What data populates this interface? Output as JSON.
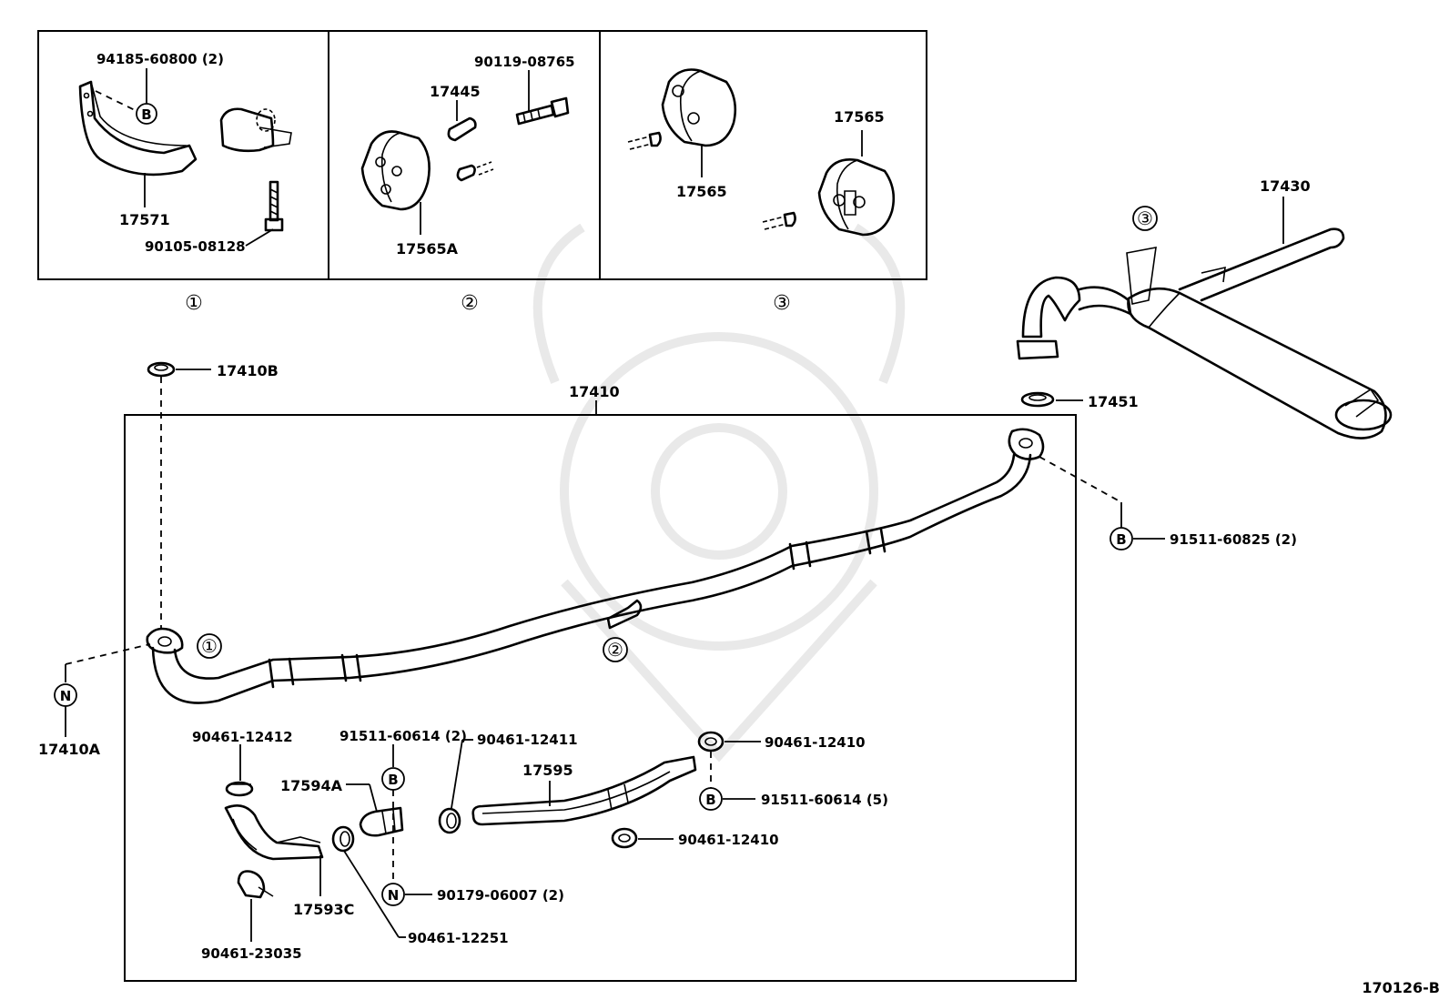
{
  "diagram_id": "170126-B",
  "inset_markers": [
    "①",
    "②",
    "③"
  ],
  "circle_letters": {
    "b": "B",
    "n": "N"
  },
  "labels": {
    "p94185_60800": "94185-60800 (2)",
    "p17571": "17571",
    "p90105_08128": "90105-08128",
    "p90119_08765": "90119-08765",
    "p17445": "17445",
    "p17565A": "17565A",
    "p17565_a": "17565",
    "p17565_b": "17565",
    "p17430": "17430",
    "p17410B": "17410B",
    "p17410": "17410",
    "p17451": "17451",
    "p91511_60825": "91511-60825 (2)",
    "p17410A": "17410A",
    "p91511_60614_2": "91511-60614 (2)",
    "p90461_12412": "90461-12412",
    "p90461_12411": "90461-12411",
    "p90461_12410_a": "90461-12410",
    "p17595": "17595",
    "p17594A": "17594A",
    "p91511_60614_5": "91511-60614 (5)",
    "p90461_12410_b": "90461-12410",
    "p90179_06007": "90179-06007 (2)",
    "p17593C": "17593C",
    "p90461_23035": "90461-23035",
    "p90461_12251": "90461-12251"
  }
}
